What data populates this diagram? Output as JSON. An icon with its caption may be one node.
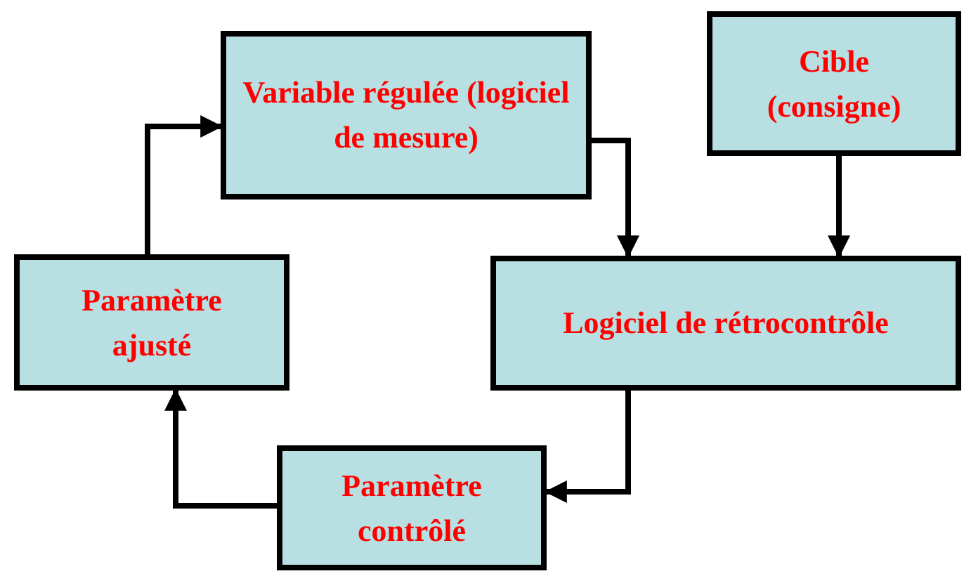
{
  "diagram": {
    "nodes": [
      {
        "text": [
          "Variable régulée (logiciel de mesure)"
        ]
      },
      {
        "text": [
          "Cible (consigne)"
        ]
      },
      {
        "text": [
          "Paramètre ajusté"
        ]
      },
      {
        "text": [
          "Logiciel de rétrocontrôle"
        ]
      },
      {
        "text": [
          "Paramètre contrôlé"
        ]
      }
    ],
    "edges": [
      {
        "from": 0,
        "to": 3,
        "arrow": "to"
      },
      {
        "from": 1,
        "to": 3,
        "arrow": "to"
      },
      {
        "from": 3,
        "to": 4,
        "arrow": "to"
      },
      {
        "from": 4,
        "to": 2,
        "arrow": "to"
      },
      {
        "from": 2,
        "to": 0,
        "arrow": "to"
      }
    ]
  }
}
